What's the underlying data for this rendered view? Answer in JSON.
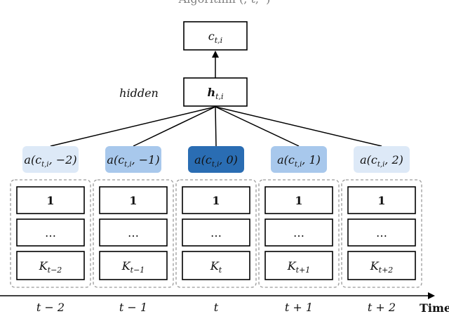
{
  "top_title_fragment": "Algorithm (, t, ·)",
  "output": {
    "c": "c",
    "sub": "t,i"
  },
  "hidden": {
    "label": "hidden",
    "h": "h",
    "sub": "t,i"
  },
  "attention": [
    {
      "fn": "a(",
      "c": "c",
      "sub": "t,i",
      "arg": ", −2)",
      "color": "#dde9f7",
      "text_color": "#111111"
    },
    {
      "fn": "a(",
      "c": "c",
      "sub": "t,i",
      "arg": ", −1)",
      "color": "#a8c8ec",
      "text_color": "#111111"
    },
    {
      "fn": "a(",
      "c": "c",
      "sub": "t,i",
      "arg": ", 0)",
      "color": "#2a6db3",
      "text_color": "#ffffff"
    },
    {
      "fn": "a(",
      "c": "c",
      "sub": "t,i",
      "arg": ", 1)",
      "color": "#a8c8ec",
      "text_color": "#111111"
    },
    {
      "fn": "a(",
      "c": "c",
      "sub": "t,i",
      "arg": ", 2)",
      "color": "#dde9f7",
      "text_color": "#111111"
    }
  ],
  "stacks": [
    {
      "top": "1",
      "mid": "…",
      "k": "K",
      "k_sub": "t−2"
    },
    {
      "top": "1",
      "mid": "…",
      "k": "K",
      "k_sub": "t−1"
    },
    {
      "top": "1",
      "mid": "…",
      "k": "K",
      "k_sub": "t"
    },
    {
      "top": "1",
      "mid": "…",
      "k": "K",
      "k_sub": "t+1"
    },
    {
      "top": "1",
      "mid": "…",
      "k": "K",
      "k_sub": "t+2"
    }
  ],
  "time_labels": [
    "t − 2",
    "t − 1",
    "t",
    "t + 1",
    "t + 2"
  ],
  "axis_label": "Time"
}
